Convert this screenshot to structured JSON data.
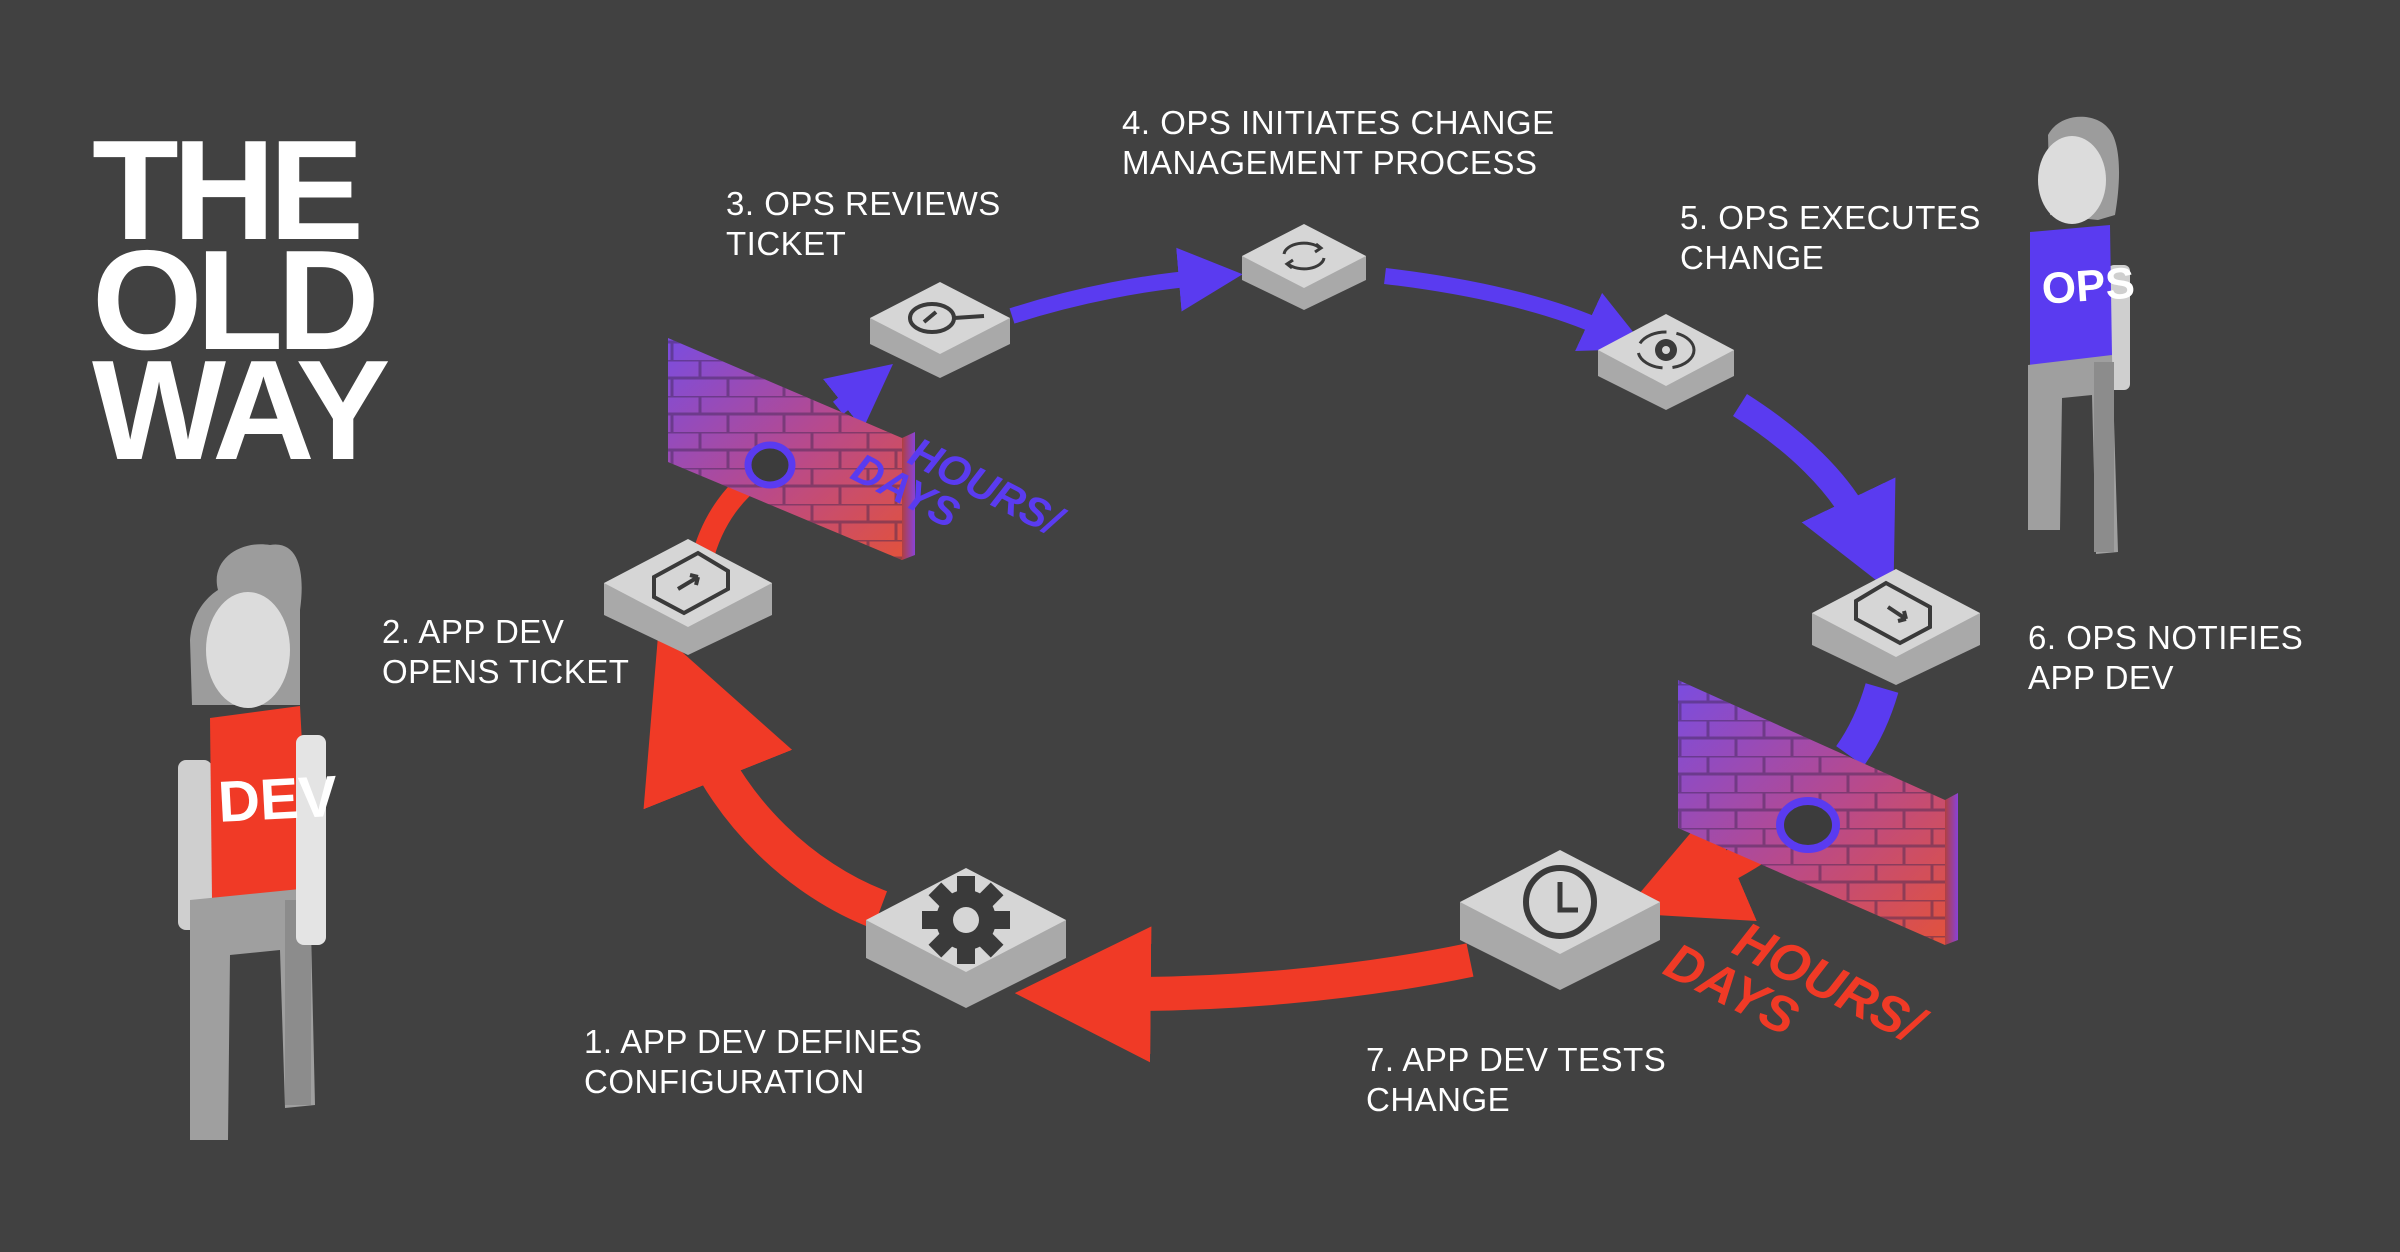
{
  "title": {
    "line1": "THE",
    "line2": "OLD",
    "line3": "WAY"
  },
  "steps": [
    {
      "number": "1",
      "line1": "1. APP DEV DEFINES",
      "line2": "CONFIGURATION",
      "icon": "gear-icon"
    },
    {
      "number": "2",
      "line1": "2. APP DEV",
      "line2": "OPENS TICKET",
      "icon": "ticket-up-icon"
    },
    {
      "number": "3",
      "line1": "3. OPS REVIEWS",
      "line2": "TICKET",
      "icon": "magnify-ticket-icon"
    },
    {
      "number": "4",
      "line1": "4. OPS INITIATES CHANGE",
      "line2": "MANAGEMENT PROCESS",
      "icon": "refresh-cycle-icon"
    },
    {
      "number": "5",
      "line1": "5. OPS EXECUTES",
      "line2": "CHANGE",
      "icon": "gear-cycle-icon"
    },
    {
      "number": "6",
      "line1": "6. OPS NOTIFIES",
      "line2": "APP DEV",
      "icon": "ticket-down-icon"
    },
    {
      "number": "7",
      "line1": "7. APP DEV TESTS",
      "line2": "CHANGE",
      "icon": "clock-icon"
    }
  ],
  "people": {
    "dev": {
      "shirt": "DEV",
      "color": "#f03a26"
    },
    "ops": {
      "shirt": "OPS",
      "color": "#5a3bf0"
    }
  },
  "delays": {
    "upper": {
      "line1": "HOURS/",
      "line2": "DAYS",
      "color": "#5a3bf0"
    },
    "lower": {
      "line1": "HOURS/",
      "line2": "DAYS",
      "color": "#f03a26"
    }
  },
  "colors": {
    "background": "#414141",
    "dev_red": "#f03a26",
    "ops_purple": "#5a3bf0",
    "node_gray": "#d4d4d4",
    "text": "#ffffff"
  }
}
